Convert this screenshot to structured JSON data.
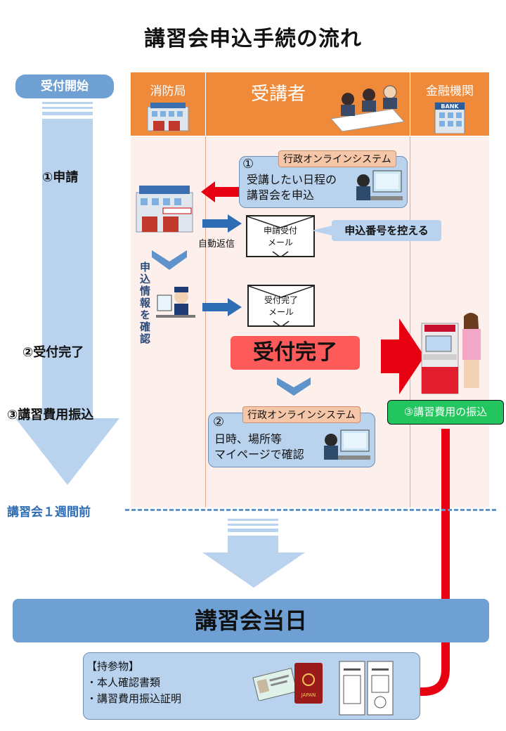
{
  "title": "講習会申込手続の流れ",
  "start_label": "受付開始",
  "steps": {
    "apply": "①申請",
    "complete": "②受付完了",
    "payment": "③講習費用振込"
  },
  "lanes": {
    "fire_station": "消防局",
    "trainee": "受講者",
    "bank": "金融機関"
  },
  "bank_sign": "BANK",
  "online_system": "行政オンラインシステム",
  "box1": {
    "num": "①",
    "line1": "受講したい日程の",
    "line2": "講習会を申込"
  },
  "auto_reply": "自動返信",
  "mail1": {
    "line1": "申請受付",
    "line2": "メール"
  },
  "note_number": "申込番号を控える",
  "vertical_text": "申込情報を確認",
  "mail2": {
    "line1": "受付完了",
    "line2": "メール"
  },
  "reception_done": "受付完了",
  "box2": {
    "num": "②",
    "line1": "日時、場所等",
    "line2": "マイページで確認"
  },
  "payment_box": "③講習費用の振込",
  "one_week_before": "講習会１週間前",
  "day_of": "講習会当日",
  "items": {
    "heading": "【持参物】",
    "item1": "・本人確認書類",
    "item2": "・講習費用振込証明"
  },
  "passport_text": "JAPAN",
  "colors": {
    "blue_main": "#6fa0d3",
    "orange_header": "#ee8a3a",
    "lane_bg": "#fdf0ec",
    "red_arrow": "#e60012",
    "complete_box": "#ff5a5a",
    "payment_green": "#22c55e"
  }
}
